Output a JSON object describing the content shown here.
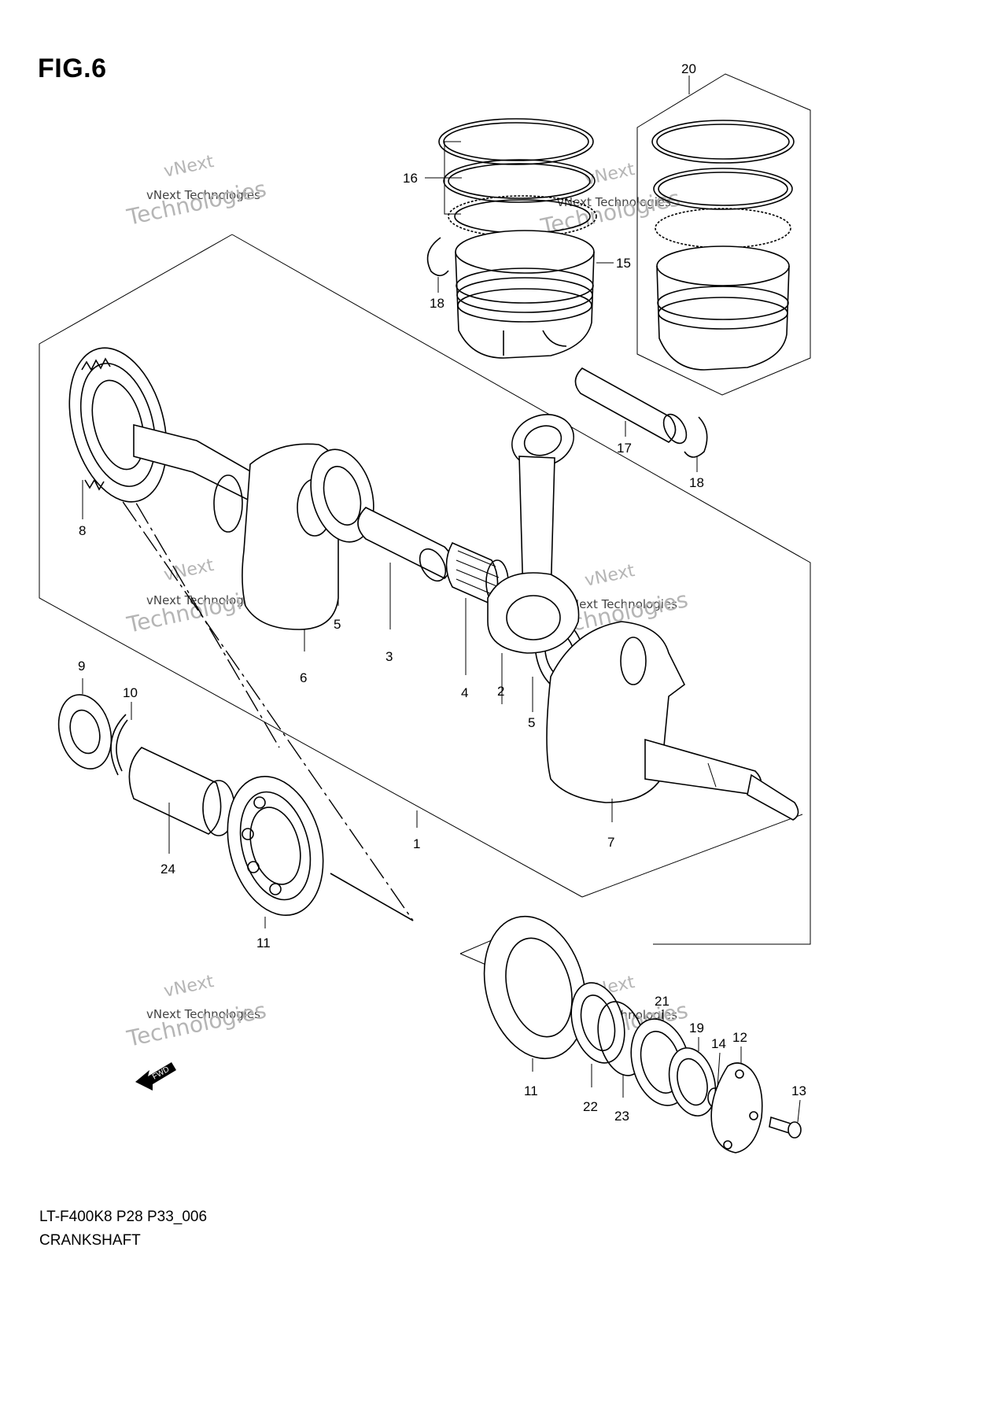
{
  "figure": {
    "title": "FIG.6"
  },
  "caption": {
    "model_code": "LT-F400K8 P28 P33_006",
    "name": "CRANKSHAFT"
  },
  "watermark": {
    "line1": "vNext",
    "line2": "vNext Technologies",
    "line3": "Technologies"
  },
  "fwd_label": "FWD",
  "callouts": [
    "20",
    "16",
    "15",
    "18",
    "18",
    "17",
    "8",
    "5",
    "6",
    "3",
    "4",
    "2",
    "5",
    "9",
    "10",
    "24",
    "1",
    "7",
    "11",
    "11",
    "21",
    "19",
    "14",
    "12",
    "13",
    "22",
    "23"
  ]
}
